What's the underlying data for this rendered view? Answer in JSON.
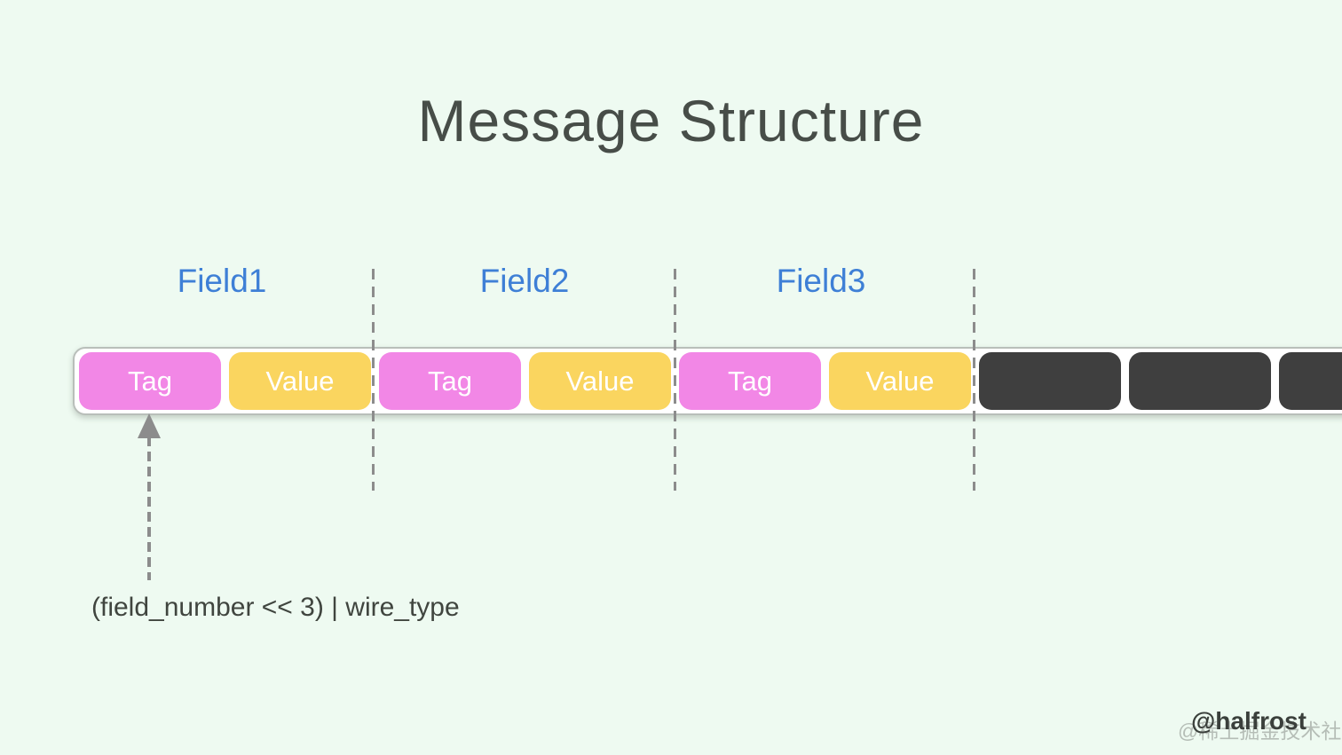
{
  "title": "Message Structure",
  "fields": [
    {
      "label": "Field1"
    },
    {
      "label": "Field2"
    },
    {
      "label": "Field3"
    }
  ],
  "message_row": {
    "segments": [
      {
        "kind": "tag",
        "label": "Tag"
      },
      {
        "kind": "value",
        "label": "Value"
      },
      {
        "kind": "tag",
        "label": "Tag"
      },
      {
        "kind": "value",
        "label": "Value"
      },
      {
        "kind": "tag",
        "label": "Tag"
      },
      {
        "kind": "value",
        "label": "Value"
      },
      {
        "kind": "unknown",
        "label": ""
      },
      {
        "kind": "unknown",
        "label": ""
      },
      {
        "kind": "unknown",
        "label": ""
      }
    ]
  },
  "annotation": {
    "formula": "(field_number << 3) | wire_type"
  },
  "watermark": {
    "author": "@halfrost",
    "site": "@稀土掘金技术社区"
  },
  "colors": {
    "background": "#eefaf1",
    "title_text": "#474d48",
    "field_label_text": "#3e7fd6",
    "tag_box": "#f287e6",
    "value_box": "#fad55f",
    "unknown_box": "#3f3f3f",
    "strip_background": "#ffffff",
    "dashed_line": "#8c8c8c",
    "annotation_text": "#40453f"
  }
}
